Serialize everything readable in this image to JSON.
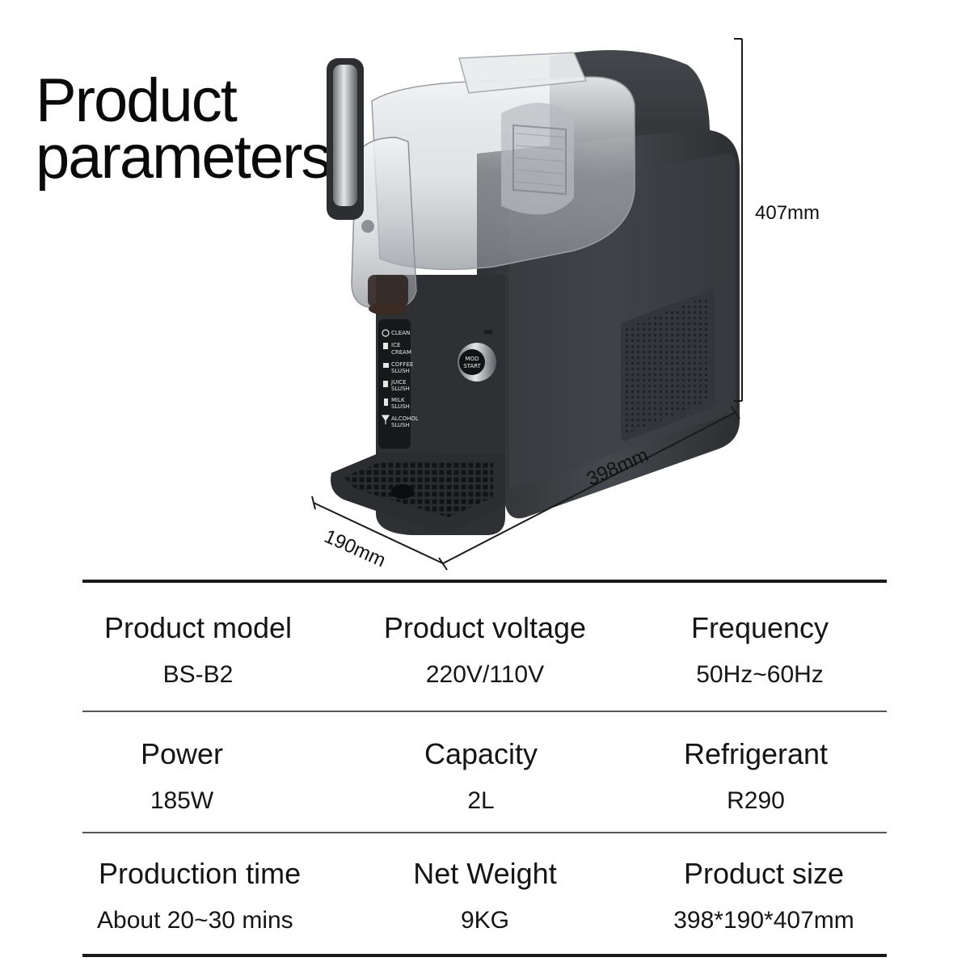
{
  "title": {
    "line1": "Product",
    "line2": "parameters"
  },
  "dimensions": {
    "height": "407mm",
    "width": "398mm",
    "depth": "190mm"
  },
  "panel_icons": [
    "clean-icon",
    "ice-cream-icon",
    "coffee-icon",
    "juice-icon",
    "milk-icon",
    "alcohol-icon"
  ],
  "panel": {
    "clean": "CLEAN",
    "ice_cream": [
      "ICE",
      "CREAM"
    ],
    "coffee": [
      "COFFEE",
      "SLUSH"
    ],
    "juice": [
      "JUICE",
      "SLUSH"
    ],
    "milk": [
      "MILK",
      "SLUSH"
    ],
    "alcohol": [
      "ALCOHOL",
      "SLUSH"
    ],
    "knob": [
      "MOD",
      "START"
    ]
  },
  "specs": [
    {
      "label": "Product model",
      "value": "BS-B2"
    },
    {
      "label": "Product voltage",
      "value": "220V/110V"
    },
    {
      "label": "Frequency",
      "value": "50Hz~60Hz"
    },
    {
      "label": "Power",
      "value": "185W"
    },
    {
      "label": "Capacity",
      "value": "2L"
    },
    {
      "label": "Refrigerant",
      "value": "R290"
    },
    {
      "label": "Production time",
      "value": "About 20~30 mins"
    },
    {
      "label": "Net Weight",
      "value": "9KG"
    },
    {
      "label": "Product size",
      "value": "398*190*407mm"
    }
  ],
  "colors": {
    "body": "#3a3c40",
    "text": "#111111",
    "rule": "#1a1a1a"
  }
}
